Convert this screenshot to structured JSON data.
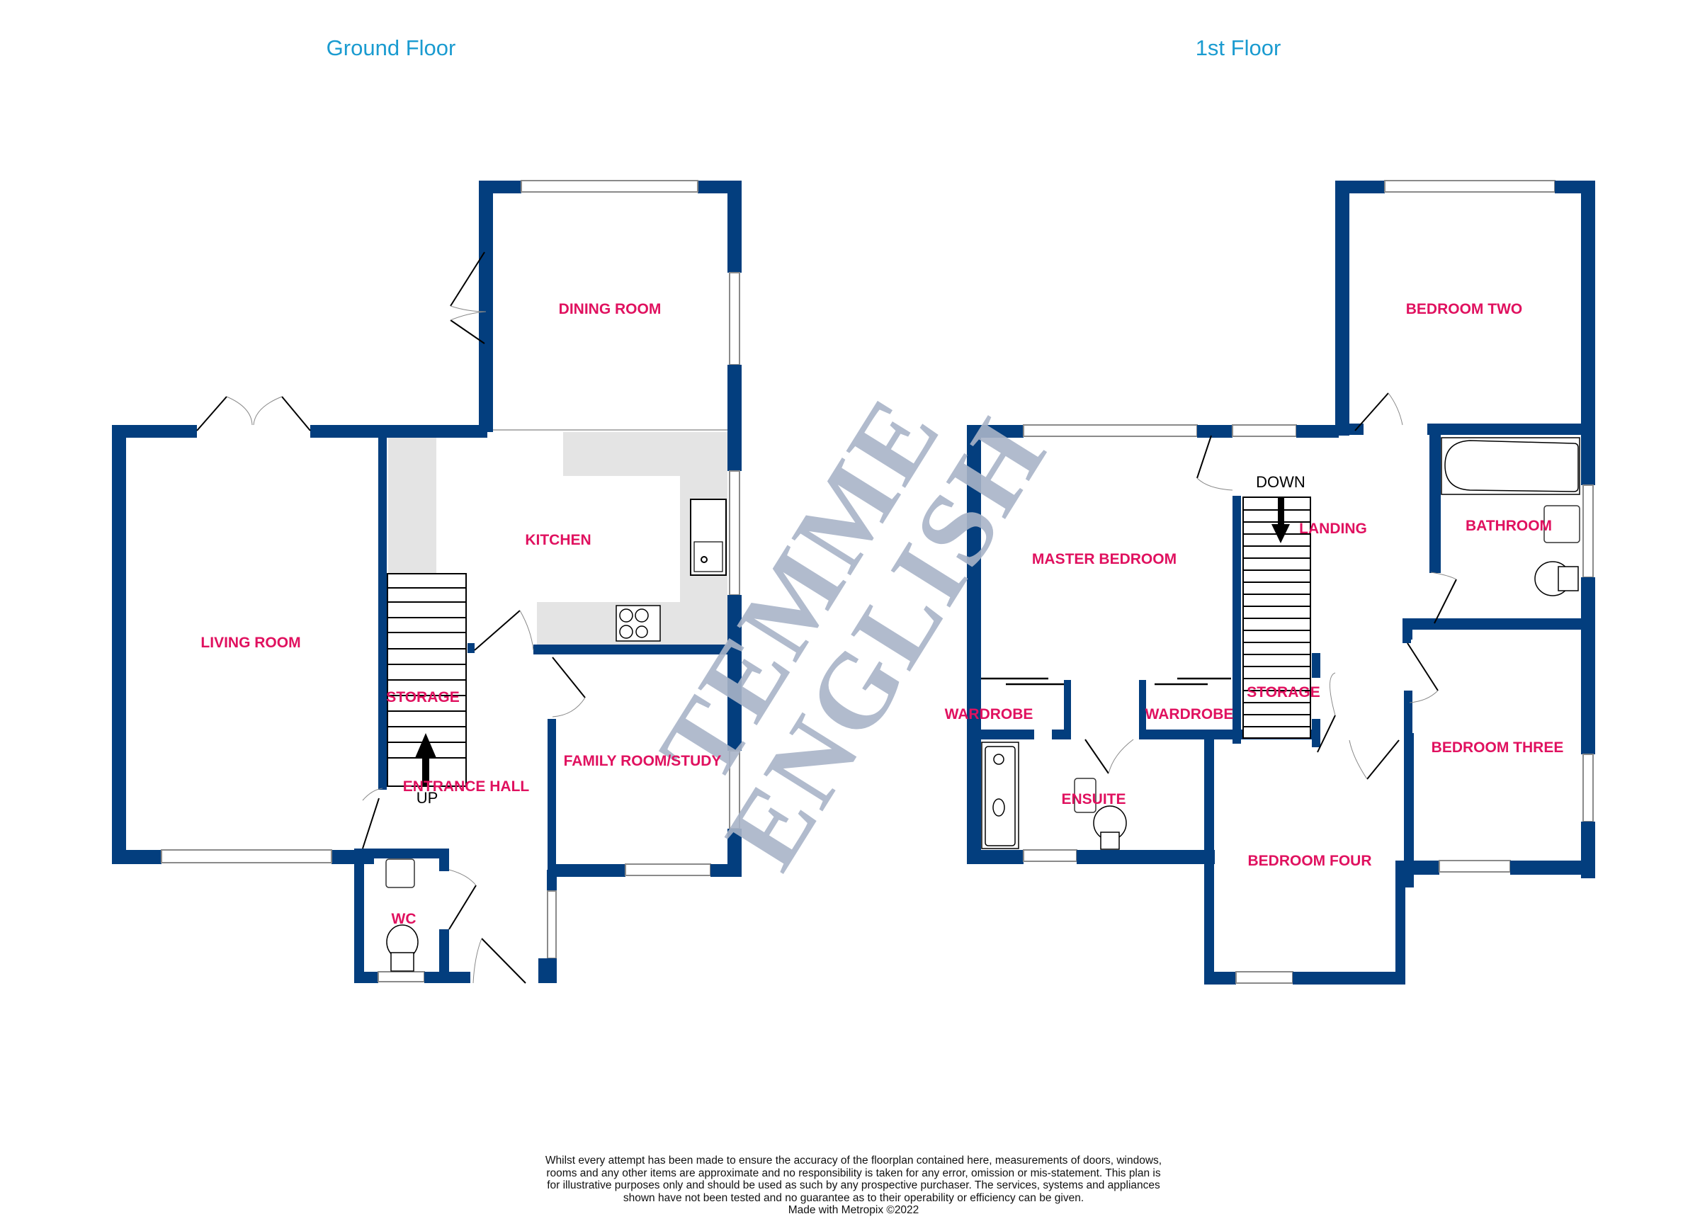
{
  "floors": {
    "ground": {
      "title": "Ground Floor",
      "rooms": {
        "dining_room": "DINING ROOM",
        "kitchen": "KITCHEN",
        "living_room": "LIVING ROOM",
        "storage": "STORAGE",
        "entrance_hall": "ENTRANCE HALL",
        "family_room": "FAMILY ROOM/STUDY",
        "wc": "WC"
      },
      "stairs_label": "UP"
    },
    "first": {
      "title": "1st Floor",
      "rooms": {
        "bedroom_two": "BEDROOM TWO",
        "master_bedroom": "MASTER BEDROOM",
        "landing": "LANDING",
        "bathroom": "BATHROOM",
        "wardrobe_left": "WARDROBE",
        "wardrobe_right": "WARDROBE",
        "storage": "STORAGE",
        "bedroom_three": "BEDROOM THREE",
        "ensuite": "ENSUITE",
        "bedroom_four": "BEDROOM FOUR"
      },
      "stairs_label": "DOWN"
    }
  },
  "watermark": {
    "line1": "TEMME",
    "line2": "ENGLISH"
  },
  "disclaimer": {
    "text": "Whilst every attempt has been made to ensure the accuracy of the floorplan contained here, measurements of doors, windows, rooms and any other items are approximate and no responsibility is taken for any error, omission or mis-statement. This plan is for illustrative purposes only and should be used as such by any prospective purchaser. The services, systems and appliances shown have not been tested and no guarantee as to their operability or efficiency can be given.",
    "credit": "Made with Metropix ©2022"
  },
  "colors": {
    "wall": "#033e7e",
    "label": "#e0115f",
    "title": "#1a9bd0",
    "counter": "#e4e4e4",
    "watermark": "#a9b4c8"
  }
}
